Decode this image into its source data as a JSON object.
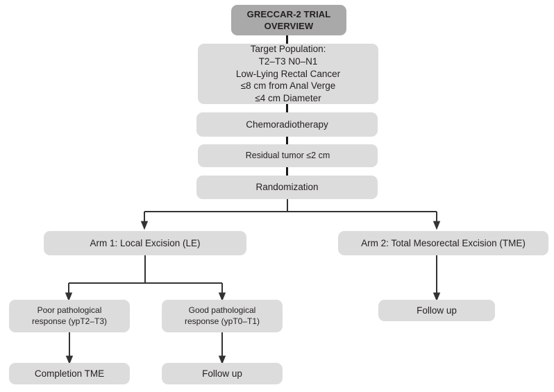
{
  "diagram": {
    "title": "GRECCAR-2 Trial Overview Flowchart",
    "colors": {
      "header_fill": "#a9a9a9",
      "node_fill": "#dcdcdc",
      "connector": "#333333",
      "text": "#231f20",
      "background": "#ffffff"
    },
    "nodes": {
      "header": "GRECCAR-2 TRIAL\nOVERVIEW",
      "target_population": "Target Population:\nT2–T3 N0–N1\nLow-Lying Rectal Cancer\n≤8 cm from Anal Verge\n≤4 cm Diameter",
      "chemoradiotherapy": "Chemoradiotherapy",
      "residual_tumor": "Residual tumor ≤2 cm",
      "randomization": "Randomization",
      "arm1": "Arm 1: Local Excision (LE)",
      "arm2": "Arm 2: Total Mesorectal Excision (TME)",
      "poor_response": "Poor pathological\nresponse (ypT2–T3)",
      "good_response": "Good pathological\nresponse (ypT0–T1)",
      "completion_tme": "Completion TME",
      "followup_le": "Follow up",
      "followup_tme": "Follow up"
    }
  }
}
